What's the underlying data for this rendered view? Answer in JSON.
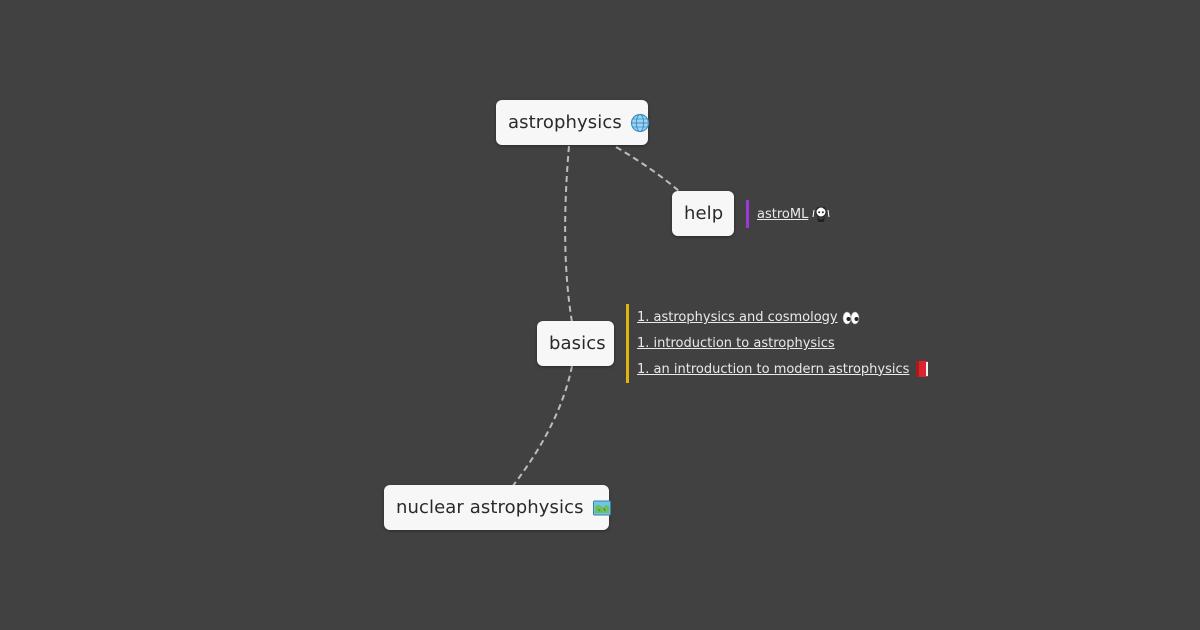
{
  "nodes": {
    "root": {
      "label": "astrophysics",
      "icon": "globe-icon"
    },
    "help": {
      "label": "help"
    },
    "basics": {
      "label": "basics"
    },
    "nuclear": {
      "label": "nuclear astrophysics",
      "icon": "map-icon"
    }
  },
  "help_links": [
    {
      "text": "astroML",
      "icon": "octocat-icon"
    }
  ],
  "basics_links": [
    {
      "text": "1. astrophysics and cosmology",
      "icon": "eyes-icon"
    },
    {
      "text": "1. introduction to astrophysics"
    },
    {
      "text": "1. an introduction to modern astrophysics",
      "icon": "book-icon"
    }
  ],
  "colors": {
    "background": "#414141",
    "edge": "#bdbdbd",
    "help_accent": "#9b38d8",
    "basics_accent": "#e3b30d",
    "node_fill": "#f7f7f7",
    "link_text": "#eaeaea"
  }
}
